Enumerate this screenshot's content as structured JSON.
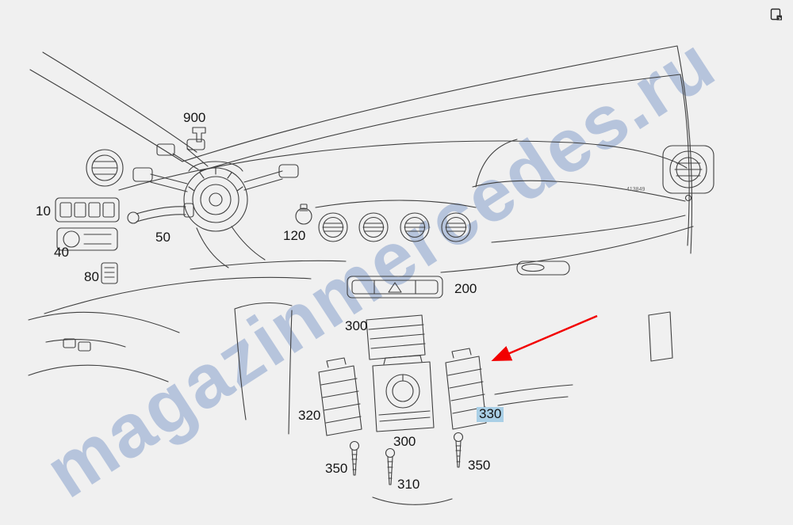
{
  "watermark": {
    "text": "magazinmercedes.ru",
    "color": "#7c98c7"
  },
  "icons": {
    "corner": "export-icon"
  },
  "diagram": {
    "code_text": "413849",
    "arrow_color": "#f20000",
    "line_color": "#3f3f3f",
    "highlight_color": "#a9cfe6",
    "labels": [
      {
        "key": "900",
        "text": "900"
      },
      {
        "key": "10",
        "text": "10"
      },
      {
        "key": "40",
        "text": "40"
      },
      {
        "key": "50",
        "text": "50"
      },
      {
        "key": "80",
        "text": "80"
      },
      {
        "key": "120",
        "text": "120"
      },
      {
        "key": "200",
        "text": "200"
      },
      {
        "key": "300-upper",
        "text": "300"
      },
      {
        "key": "320",
        "text": "320"
      },
      {
        "key": "300-lower",
        "text": "300"
      },
      {
        "key": "330",
        "text": "330",
        "highlighted": true
      },
      {
        "key": "350-left",
        "text": "350"
      },
      {
        "key": "310",
        "text": "310"
      },
      {
        "key": "350-right",
        "text": "350"
      }
    ]
  }
}
